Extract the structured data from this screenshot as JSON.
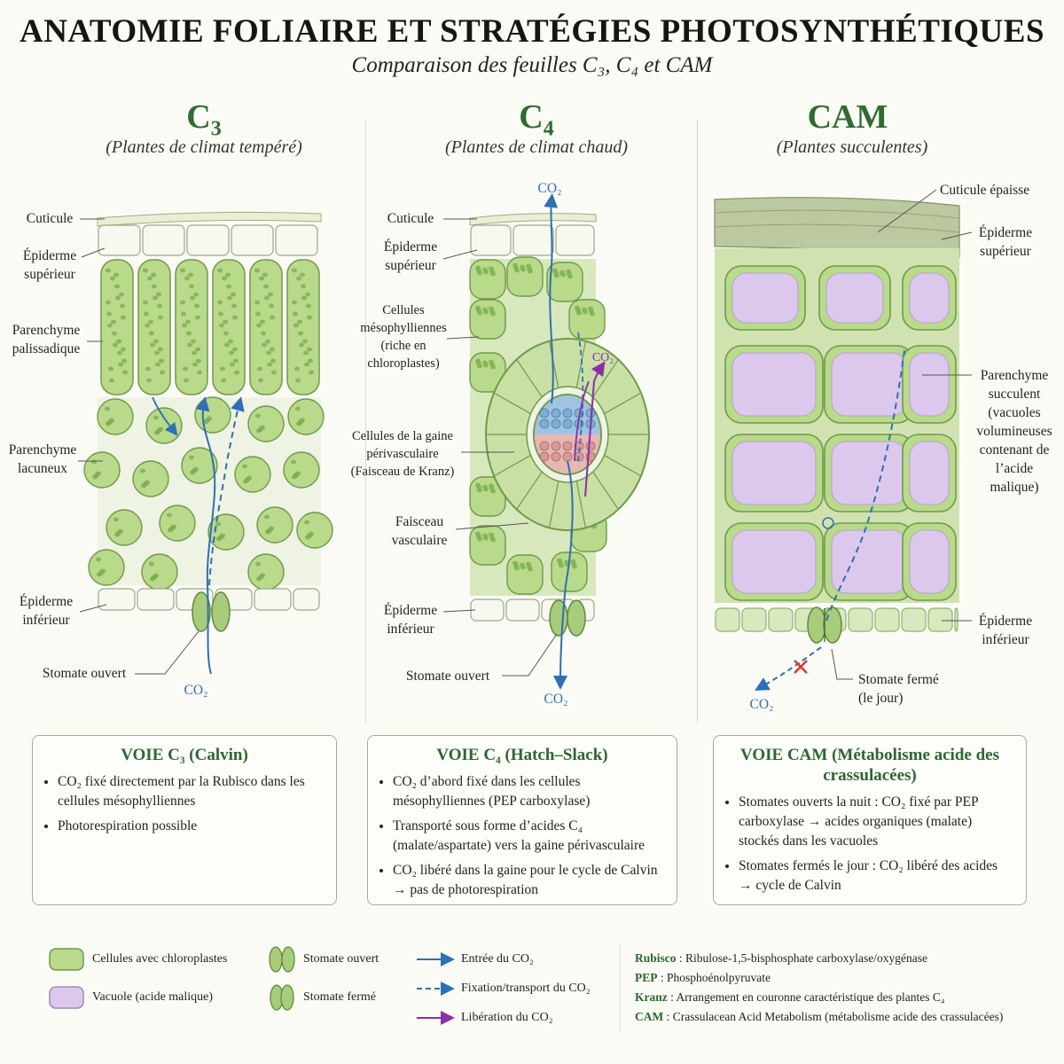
{
  "header": {
    "title": "ANATOMIE FOLIAIRE ET STRATÉGIES PHOTOSYNTHÉTIQUES",
    "subtitle": "Comparaison des feuilles C₃, C₄ et CAM"
  },
  "columns": {
    "c3": {
      "name": "C",
      "sub": "3",
      "desc": "(Plantes de climat tempéré)"
    },
    "c4": {
      "name": "C",
      "sub": "4",
      "desc": "(Plantes de climat chaud)"
    },
    "cam": {
      "name": "CAM",
      "desc": "(Plantes succulentes)"
    }
  },
  "labels": {
    "c3": {
      "cuticule": "Cuticule",
      "epiderme_sup": "Épiderme supérieur",
      "palissadique": "Parenchyme palissadique",
      "lacuneux": "Parenchyme lacuneux",
      "epiderme_inf": "Épiderme inférieur",
      "stomate": "Stomate ouvert",
      "co2": "CO₂"
    },
    "c4": {
      "co2_top": "CO₂",
      "cuticule": "Cuticule",
      "epiderme_sup": "Épiderme supérieur",
      "mesophyll": "Cellules mésophylliennes (riche en chloroplastes)",
      "co2_mid": "CO₂",
      "gaine": "Cellules de la gaine périvasculaire (Faisceau de Kranz)",
      "faisceau": "Faisceau vasculaire",
      "epiderme_inf": "Épiderme inférieur",
      "stomate": "Stomate ouvert",
      "co2_bot": "CO₂"
    },
    "cam": {
      "cuticule": "Cuticule épaisse",
      "epiderme_sup": "Épiderme supérieur",
      "succulent": "Parenchyme succulent (vacuoles volumineuses contenant de l’acide malique)",
      "epiderme_inf": "Épiderme inférieur",
      "stomate": "Stomate fermé (le jour)",
      "co2": "CO₂"
    }
  },
  "boxes": {
    "c3": {
      "title": "VOIE C₃ (Calvin)",
      "items": [
        "CO₂ fixé directement par la Rubisco dans les cellules mésophylliennes",
        "Photorespiration possible"
      ]
    },
    "c4": {
      "title": "VOIE C₄ (Hatch–Slack)",
      "items": [
        "CO₂ d’abord fixé dans les cellules mésophylliennes (PEP carboxylase)",
        "Transporté sous forme d’acides C₄ (malate/aspartate) vers la gaine périvasculaire",
        "CO₂ libéré dans la gaine pour le cycle de Calvin → pas de photorespiration"
      ]
    },
    "cam": {
      "title": "VOIE CAM (Métabolisme acide des crassulacées)",
      "items": [
        "Stomates ouverts la nuit : CO₂ fixé par PEP carboxylase → acides organiques (malate) stockés dans les vacuoles",
        "Stomates fermés le jour : CO₂ libéré des acides → cycle de Calvin"
      ]
    }
  },
  "legend": {
    "chloro": "Cellules avec chloroplastes",
    "vacuole": "Vacuole (acide malique)",
    "stomate_ouvert": "Stomate ouvert",
    "stomate_ferme": "Stomate fermé",
    "entree": "Entrée du CO₂",
    "fixation": "Fixation/transport du CO₂",
    "liberation": "Libération du CO₂"
  },
  "glossary": [
    {
      "term": "Rubisco",
      "def": " : Ribulose-1,5-bisphosphate carboxylase/oxygénase"
    },
    {
      "term": "PEP",
      "def": " : Phosphoénolpyruvate"
    },
    {
      "term": "Kranz",
      "def": " : Arrangement en couronne caractéristique des plantes C₄"
    },
    {
      "term": "CAM",
      "def": " : Crassulacean Acid Metabolism (métabolisme acide des crassulacées)"
    }
  ],
  "colors": {
    "cell_green": "#b9d98b",
    "cell_edge": "#6f9a4a",
    "chloroplast": "#7fb052",
    "vacuole": "#dcc8ec",
    "arrow_blue": "#2f6fb3",
    "arrow_purple": "#8a2fa8",
    "title_green": "#2f6b32"
  }
}
